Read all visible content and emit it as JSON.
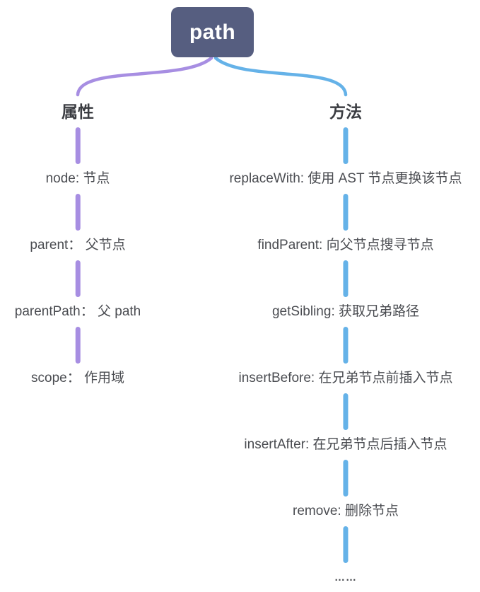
{
  "root": {
    "label": "path"
  },
  "colors": {
    "root_bg": "#565e80",
    "root_text": "#ffffff",
    "left_branch": "#a78ee2",
    "right_branch": "#65b2e8",
    "label_text": "#3b3d42",
    "item_text": "#4a4c51"
  },
  "branches": [
    {
      "label": "属性",
      "items": [
        "node: 节点",
        "parent： 父节点",
        "parentPath： 父 path",
        "scope： 作用域"
      ]
    },
    {
      "label": "方法",
      "items": [
        "replaceWith: 使用 AST 节点更换该节点",
        "findParent: 向父节点搜寻节点",
        "getSibling: 获取兄弟路径",
        "insertBefore: 在兄弟节点前插入节点",
        "insertAfter: 在兄弟节点后插入节点",
        "remove: 删除节点",
        "……"
      ]
    }
  ]
}
